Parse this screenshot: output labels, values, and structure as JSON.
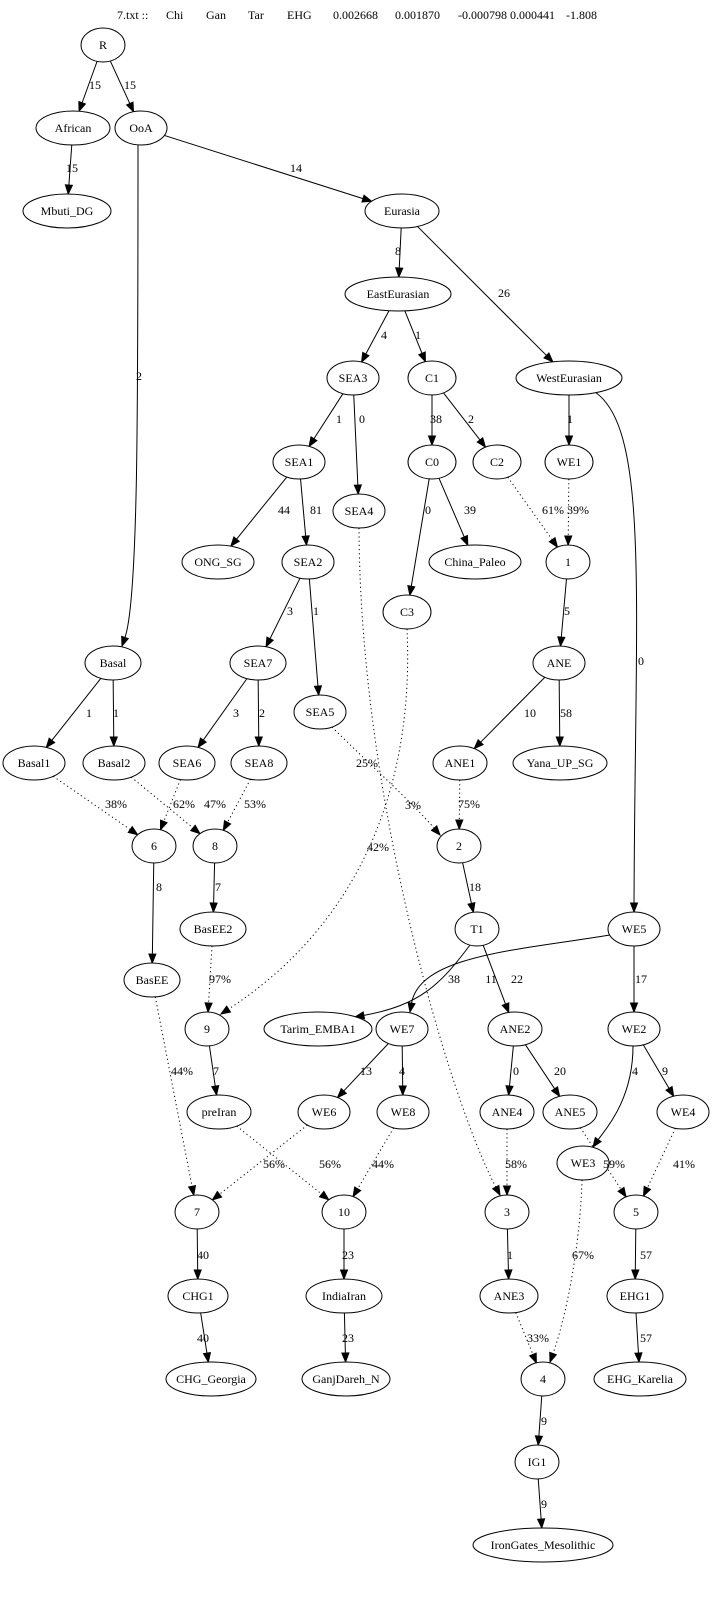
{
  "header": {
    "fields": [
      "7.txt ::",
      "Chi",
      "Gan",
      "Tar",
      "EHG",
      "0.002668",
      "0.001870",
      "-0.000798",
      "0.000441",
      "-1.808"
    ]
  },
  "nodes": [
    {
      "id": "R",
      "label": "R"
    },
    {
      "id": "African",
      "label": "African"
    },
    {
      "id": "OoA",
      "label": "OoA"
    },
    {
      "id": "Mbuti_DG",
      "label": "Mbuti_DG"
    },
    {
      "id": "Eurasia",
      "label": "Eurasia"
    },
    {
      "id": "EastEurasian",
      "label": "EastEurasian"
    },
    {
      "id": "SEA3",
      "label": "SEA3"
    },
    {
      "id": "C1",
      "label": "C1"
    },
    {
      "id": "WestEurasian",
      "label": "WestEurasian"
    },
    {
      "id": "SEA1",
      "label": "SEA1"
    },
    {
      "id": "C0",
      "label": "C0"
    },
    {
      "id": "C2",
      "label": "C2"
    },
    {
      "id": "WE1",
      "label": "WE1"
    },
    {
      "id": "SEA4",
      "label": "SEA4"
    },
    {
      "id": "ONG_SG",
      "label": "ONG_SG"
    },
    {
      "id": "SEA2",
      "label": "SEA2"
    },
    {
      "id": "China_Paleo",
      "label": "China_Paleo"
    },
    {
      "id": "A1",
      "label": "1"
    },
    {
      "id": "C3",
      "label": "C3"
    },
    {
      "id": "Basal",
      "label": "Basal"
    },
    {
      "id": "SEA7",
      "label": "SEA7"
    },
    {
      "id": "ANE",
      "label": "ANE"
    },
    {
      "id": "SEA5",
      "label": "SEA5"
    },
    {
      "id": "Basal1",
      "label": "Basal1"
    },
    {
      "id": "Basal2",
      "label": "Basal2"
    },
    {
      "id": "SEA6",
      "label": "SEA6"
    },
    {
      "id": "SEA8",
      "label": "SEA8"
    },
    {
      "id": "ANE1",
      "label": "ANE1"
    },
    {
      "id": "Yana_UP_SG",
      "label": "Yana_UP_SG"
    },
    {
      "id": "A6",
      "label": "6"
    },
    {
      "id": "A8",
      "label": "8"
    },
    {
      "id": "A2",
      "label": "2"
    },
    {
      "id": "BasEE2",
      "label": "BasEE2"
    },
    {
      "id": "T1",
      "label": "T1"
    },
    {
      "id": "WE5",
      "label": "WE5"
    },
    {
      "id": "BasEE",
      "label": "BasEE"
    },
    {
      "id": "A9",
      "label": "9"
    },
    {
      "id": "Tarim_EMBA1",
      "label": "Tarim_EMBA1"
    },
    {
      "id": "WE7",
      "label": "WE7"
    },
    {
      "id": "ANE2",
      "label": "ANE2"
    },
    {
      "id": "WE2",
      "label": "WE2"
    },
    {
      "id": "preIran",
      "label": "preIran"
    },
    {
      "id": "WE6",
      "label": "WE6"
    },
    {
      "id": "WE8",
      "label": "WE8"
    },
    {
      "id": "ANE4",
      "label": "ANE4"
    },
    {
      "id": "ANE5",
      "label": "ANE5"
    },
    {
      "id": "WE4",
      "label": "WE4"
    },
    {
      "id": "WE3",
      "label": "WE3"
    },
    {
      "id": "A7",
      "label": "7"
    },
    {
      "id": "A10",
      "label": "10"
    },
    {
      "id": "A3",
      "label": "3"
    },
    {
      "id": "A5",
      "label": "5"
    },
    {
      "id": "CHG1",
      "label": "CHG1"
    },
    {
      "id": "IndiaIran",
      "label": "IndiaIran"
    },
    {
      "id": "ANE3",
      "label": "ANE3"
    },
    {
      "id": "EHG1",
      "label": "EHG1"
    },
    {
      "id": "CHG_Georgia",
      "label": "CHG_Georgia"
    },
    {
      "id": "GanjDareh_N",
      "label": "GanjDareh_N"
    },
    {
      "id": "A4",
      "label": "4"
    },
    {
      "id": "EHG_Karelia",
      "label": "EHG_Karelia"
    },
    {
      "id": "IG1",
      "label": "IG1"
    },
    {
      "id": "IronGates_Mesolithic",
      "label": "IronGates_Mesolithic"
    }
  ],
  "edges": [
    {
      "from": "R",
      "to": "African",
      "label": "15",
      "style": "solid"
    },
    {
      "from": "R",
      "to": "OoA",
      "label": "15",
      "style": "solid"
    },
    {
      "from": "African",
      "to": "Mbuti_DG",
      "label": "15",
      "style": "solid"
    },
    {
      "from": "OoA",
      "to": "Eurasia",
      "label": "14",
      "style": "solid"
    },
    {
      "from": "OoA",
      "to": "Basal",
      "label": "2",
      "style": "solid"
    },
    {
      "from": "Eurasia",
      "to": "EastEurasian",
      "label": "8",
      "style": "solid"
    },
    {
      "from": "Eurasia",
      "to": "WestEurasian",
      "label": "26",
      "style": "solid"
    },
    {
      "from": "EastEurasian",
      "to": "SEA3",
      "label": "4",
      "style": "solid"
    },
    {
      "from": "EastEurasian",
      "to": "C1",
      "label": "1",
      "style": "solid"
    },
    {
      "from": "SEA3",
      "to": "SEA1",
      "label": "1",
      "style": "solid"
    },
    {
      "from": "SEA3",
      "to": "SEA4",
      "label": "0",
      "style": "solid"
    },
    {
      "from": "C1",
      "to": "C0",
      "label": "38",
      "style": "solid"
    },
    {
      "from": "C1",
      "to": "C2",
      "label": "2",
      "style": "solid"
    },
    {
      "from": "WestEurasian",
      "to": "WE1",
      "label": "1",
      "style": "solid"
    },
    {
      "from": "WestEurasian",
      "to": "WE5",
      "label": "0",
      "style": "solid"
    },
    {
      "from": "SEA1",
      "to": "ONG_SG",
      "label": "44",
      "style": "solid"
    },
    {
      "from": "SEA1",
      "to": "SEA2",
      "label": "81",
      "style": "solid"
    },
    {
      "from": "C0",
      "to": "China_Paleo",
      "label": "39",
      "style": "solid"
    },
    {
      "from": "C0",
      "to": "C3",
      "label": "0",
      "style": "solid"
    },
    {
      "from": "C2",
      "to": "A1",
      "label": "61%",
      "style": "dotted"
    },
    {
      "from": "WE1",
      "to": "A1",
      "label": "39%",
      "style": "dotted"
    },
    {
      "from": "A1",
      "to": "ANE",
      "label": "5",
      "style": "solid"
    },
    {
      "from": "SEA2",
      "to": "SEA7",
      "label": "3",
      "style": "solid"
    },
    {
      "from": "SEA2",
      "to": "SEA5",
      "label": "1",
      "style": "solid"
    },
    {
      "from": "Basal",
      "to": "Basal1",
      "label": "1",
      "style": "solid"
    },
    {
      "from": "Basal",
      "to": "Basal2",
      "label": "1",
      "style": "solid"
    },
    {
      "from": "SEA7",
      "to": "SEA6",
      "label": "3",
      "style": "solid"
    },
    {
      "from": "SEA7",
      "to": "SEA8",
      "label": "2",
      "style": "solid"
    },
    {
      "from": "ANE",
      "to": "ANE1",
      "label": "10",
      "style": "solid"
    },
    {
      "from": "ANE",
      "to": "Yana_UP_SG",
      "label": "58",
      "style": "solid"
    },
    {
      "from": "Basal1",
      "to": "A6",
      "label": "38%",
      "style": "dotted"
    },
    {
      "from": "SEA6",
      "to": "A6",
      "label": "62%",
      "style": "dotted"
    },
    {
      "from": "Basal2",
      "to": "A8",
      "label": "47%",
      "style": "dotted"
    },
    {
      "from": "SEA8",
      "to": "A8",
      "label": "53%",
      "style": "dotted"
    },
    {
      "from": "SEA5",
      "to": "A2",
      "label": "25%",
      "style": "dotted"
    },
    {
      "from": "ANE1",
      "to": "A2",
      "label": "75%",
      "style": "dotted"
    },
    {
      "from": "A6",
      "to": "BasEE",
      "label": "8",
      "style": "solid"
    },
    {
      "from": "A8",
      "to": "BasEE2",
      "label": "7",
      "style": "solid"
    },
    {
      "from": "A2",
      "to": "T1",
      "label": "18",
      "style": "solid"
    },
    {
      "from": "C3",
      "to": "A9",
      "label": "3%",
      "style": "dotted"
    },
    {
      "from": "BasEE2",
      "to": "A9",
      "label": "97%",
      "style": "dotted"
    },
    {
      "from": "T1",
      "to": "Tarim_EMBA1",
      "label": "38",
      "style": "solid"
    },
    {
      "from": "T1",
      "to": "ANE2",
      "label": "22",
      "style": "solid"
    },
    {
      "from": "WE5",
      "to": "WE7",
      "label": "11",
      "style": "solid"
    },
    {
      "from": "WE5",
      "to": "WE2",
      "label": "17",
      "style": "solid"
    },
    {
      "from": "A9",
      "to": "preIran",
      "label": "7",
      "style": "solid"
    },
    {
      "from": "WE7",
      "to": "WE6",
      "label": "13",
      "style": "solid"
    },
    {
      "from": "WE7",
      "to": "WE8",
      "label": "4",
      "style": "solid"
    },
    {
      "from": "ANE2",
      "to": "ANE4",
      "label": "0",
      "style": "solid"
    },
    {
      "from": "ANE2",
      "to": "ANE5",
      "label": "20",
      "style": "solid"
    },
    {
      "from": "WE2",
      "to": "WE3",
      "label": "4",
      "style": "solid"
    },
    {
      "from": "WE2",
      "to": "WE4",
      "label": "9",
      "style": "solid"
    },
    {
      "from": "BasEE",
      "to": "A7",
      "label": "44%",
      "style": "dotted"
    },
    {
      "from": "WE6",
      "to": "A7",
      "label": "56%",
      "style": "dotted"
    },
    {
      "from": "preIran",
      "to": "A10",
      "label": "56%",
      "style": "dotted"
    },
    {
      "from": "WE8",
      "to": "A10",
      "label": "44%",
      "style": "dotted"
    },
    {
      "from": "SEA4",
      "to": "A3",
      "label": "42%",
      "style": "dotted"
    },
    {
      "from": "ANE4",
      "to": "A3",
      "label": "58%",
      "style": "dotted"
    },
    {
      "from": "ANE5",
      "to": "A5",
      "label": "59%",
      "style": "dotted"
    },
    {
      "from": "WE4",
      "to": "A5",
      "label": "41%",
      "style": "dotted"
    },
    {
      "from": "A7",
      "to": "CHG1",
      "label": "40",
      "style": "solid"
    },
    {
      "from": "A10",
      "to": "IndiaIran",
      "label": "23",
      "style": "solid"
    },
    {
      "from": "A3",
      "to": "ANE3",
      "label": "1",
      "style": "solid"
    },
    {
      "from": "A5",
      "to": "EHG1",
      "label": "57",
      "style": "solid"
    },
    {
      "from": "CHG1",
      "to": "CHG_Georgia",
      "label": "40",
      "style": "solid"
    },
    {
      "from": "IndiaIran",
      "to": "GanjDareh_N",
      "label": "23",
      "style": "solid"
    },
    {
      "from": "ANE3",
      "to": "A4",
      "label": "33%",
      "style": "dotted"
    },
    {
      "from": "WE3",
      "to": "A4",
      "label": "67%",
      "style": "dotted"
    },
    {
      "from": "EHG1",
      "to": "EHG_Karelia",
      "label": "57",
      "style": "solid"
    },
    {
      "from": "A4",
      "to": "IG1",
      "label": "9",
      "style": "solid"
    },
    {
      "from": "IG1",
      "to": "IronGates_Mesolithic",
      "label": "9",
      "style": "solid"
    }
  ]
}
